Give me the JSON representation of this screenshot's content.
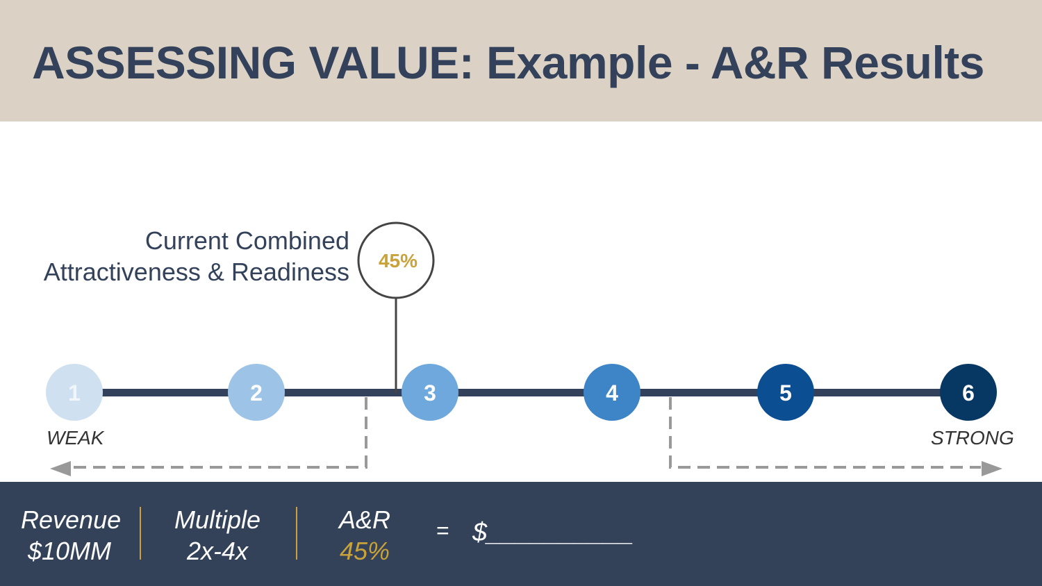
{
  "header": {
    "title": "ASSESSING VALUE: Example - A&R Results"
  },
  "callout": {
    "line1": "Current Combined",
    "line2": "Attractiveness & Readiness",
    "value": "45%"
  },
  "scale": {
    "steps": [
      {
        "label": "1",
        "color": "#cfe0f1"
      },
      {
        "label": "2",
        "color": "#9dc3e6"
      },
      {
        "label": "3",
        "color": "#6fa8dc"
      },
      {
        "label": "4",
        "color": "#3d85c6"
      },
      {
        "label": "5",
        "color": "#0b4f92"
      },
      {
        "label": "6",
        "color": "#073763"
      }
    ],
    "weak_label": "WEAK",
    "strong_label": "STRONG",
    "current_value_percent": 45
  },
  "footer": {
    "revenue_label": "Revenue",
    "revenue_value": "$10MM",
    "multiple_label": "Multiple",
    "multiple_value": "2x-4x",
    "ar_label": "A&R",
    "ar_value": "45%",
    "equals": "=",
    "result": "$__________"
  },
  "colors": {
    "navy": "#334259",
    "gold": "#c9a23a",
    "beige": "#dbd1c5"
  }
}
